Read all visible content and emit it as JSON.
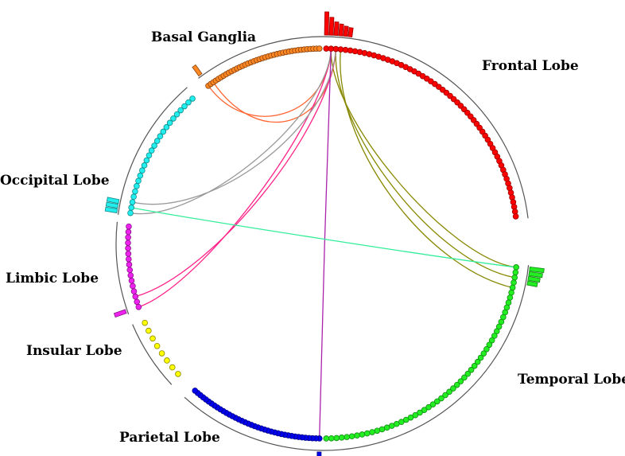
{
  "lobes": [
    {
      "key": "frontal",
      "label": "Frontal Lobe",
      "color": "#ff0000",
      "stroke": "#990000",
      "nodes": 58,
      "arcs": [
        0.42,
        0.3,
        0.2,
        0.16,
        0.12,
        0.1
      ],
      "connect_color": "#ff5a1e"
    },
    {
      "key": "temporal",
      "label": "Temporal Lobe",
      "color": "#22ee22",
      "stroke": "#118811",
      "nodes": 55,
      "arcs": [
        0.22,
        0.2,
        0.16,
        0.12
      ],
      "connect_color": "#22ee88"
    },
    {
      "key": "parietal",
      "label": "Parietal Lobe",
      "color": "#0000ee",
      "stroke": "#000088",
      "nodes": 40,
      "arcs": [
        0.12
      ],
      "connect_color": "#0000ee"
    },
    {
      "key": "insular",
      "label": "Insular Lobe",
      "color": "#ffff00",
      "stroke": "#888800",
      "nodes": 8,
      "arcs": [],
      "connect_color": "#ffff00"
    },
    {
      "key": "limbic",
      "label": "Limbic Lobe",
      "color": "#ee22ee",
      "stroke": "#881188",
      "nodes": 16,
      "arcs": [
        0.16
      ],
      "connect_color": "#ff2288"
    },
    {
      "key": "occipital",
      "label": "Occipital Lobe",
      "color": "#22eeee",
      "stroke": "#118888",
      "nodes": 25,
      "arcs": [
        0.16,
        0.16,
        0.16
      ],
      "connect_color": "#999999"
    },
    {
      "key": "basal",
      "label": "Basal Ganglia",
      "color": "#ff8822",
      "stroke": "#884411",
      "nodes": 40,
      "arcs": [
        0.14
      ],
      "connect_color": "#ff6633"
    }
  ],
  "connections": [
    {
      "from": "frontal",
      "to": "temporal",
      "color": "#888800",
      "count": 3
    },
    {
      "from": "frontal",
      "to": "basal",
      "color": "#ff6633",
      "count": 2
    },
    {
      "from": "frontal",
      "to": "limbic",
      "color": "#ff2288",
      "count": 2
    },
    {
      "from": "frontal",
      "to": "occipital",
      "color": "#999999",
      "count": 2
    },
    {
      "from": "frontal",
      "to": "parietal",
      "color": "#aa22aa",
      "count": 1
    },
    {
      "from": "occipital",
      "to": "temporal",
      "color": "#33ee99",
      "count": 1
    }
  ]
}
